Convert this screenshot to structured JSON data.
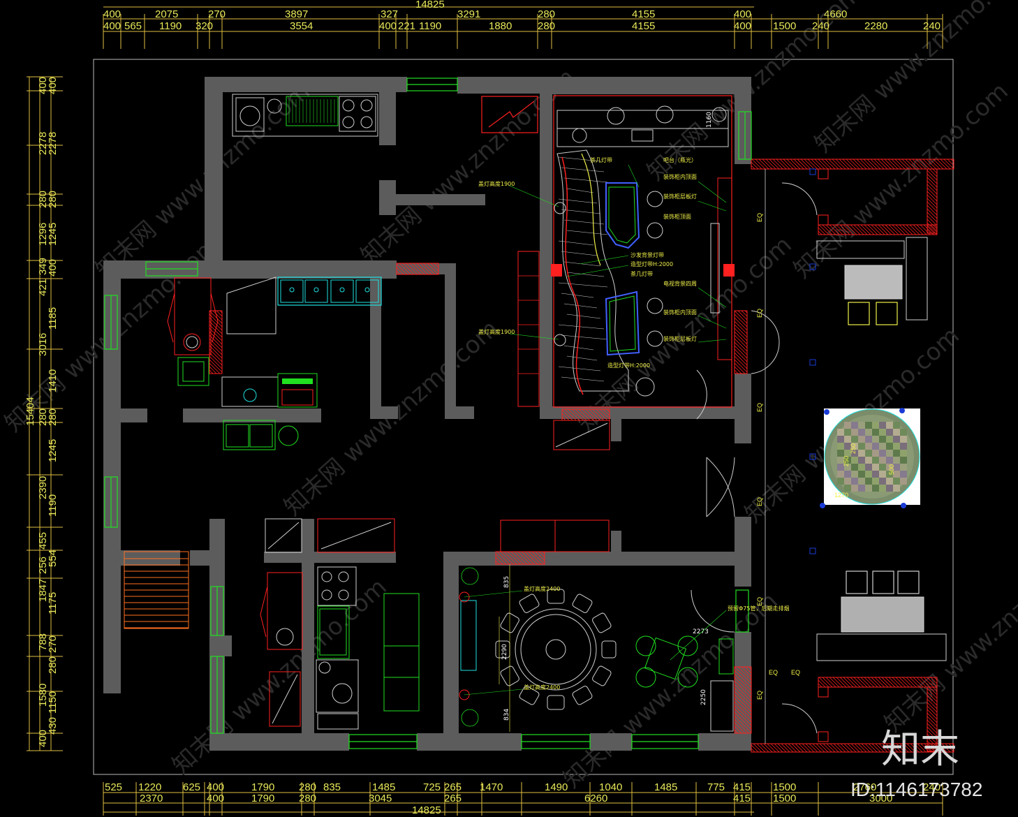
{
  "drawing": {
    "top_total": "14825",
    "bottom_total": "14825",
    "left_total": "15404",
    "top_row1": [
      "400",
      "2075",
      "270",
      "3897",
      "327",
      "3291",
      "280",
      "4155",
      "400",
      "4660"
    ],
    "top_row2": [
      "400",
      "565",
      "1190",
      "320",
      "3554",
      "400",
      "221",
      "1190",
      "1880",
      "280",
      "4155",
      "400",
      "1500",
      "240",
      "2280",
      "240"
    ],
    "bottom_row1": [
      "525",
      "1220",
      "625",
      "400",
      "1790",
      "280",
      "835",
      "1485",
      "725",
      "265",
      "1470",
      "1490",
      "1040",
      "1485",
      "775",
      "415",
      "1500",
      "2760",
      "240"
    ],
    "bottom_row2": [
      "2370",
      "400",
      "1790",
      "280",
      "3045",
      "265",
      "6260",
      "415",
      "1500",
      "3000"
    ],
    "left_col1": [
      "400",
      "2278",
      "280",
      "1296",
      "349",
      "421",
      "3016",
      "280",
      "2390",
      "455",
      "256",
      "1847",
      "788",
      "1580",
      "400"
    ],
    "left_col2": [
      "400",
      "2278",
      "280",
      "1245",
      "400",
      "1185",
      "1410",
      "280",
      "1245",
      "1190",
      "554",
      "1175",
      "270",
      "280",
      "1150",
      "430"
    ],
    "annotations": {
      "tea_table_light": "茶几灯带",
      "bar_counter": "吧台（瓶光）",
      "pendant_height_1": "盖灯高度1900",
      "pendant_height_2": "盖灯高度1900",
      "cabinet_top_1": "装饰柜内顶面",
      "cabinet_shelf_1": "装饰柜层板灯",
      "cabinet_top_2": "装饰柜顶面",
      "sofa_backlight": "沙发背景灯带",
      "ceiling_light_h": "造型灯带H:2000",
      "tea_table_light_2": "茶几灯带",
      "tv_background": "电视背景四周",
      "cabinet_top_3": "装饰柜内顶面",
      "cabinet_shelf_2": "装饰柜层板灯",
      "ceiling_light_h2": "造型灯带H:2000",
      "dining_lamp_1": "盖灯高度2400",
      "dining_lamp_2": "盖灯高度2400",
      "pipe_note": "预留Φ75管，后期走排烟",
      "dim_1160": "1160",
      "dim_2273": "2273",
      "dim_2290": "2290",
      "dim_2250": "2250",
      "dim_835": "835",
      "dim_834": "834",
      "eq_labels": [
        "EQ",
        "EQ",
        "EQ",
        "EQ",
        "EQ",
        "EQ",
        "EQ",
        "EQ"
      ],
      "rug_dims": [
        "250",
        "250",
        "500",
        "1270"
      ]
    },
    "watermark": "知末网 www.znzmo.com",
    "brand_mark": "知末",
    "id_label": "ID:1146173782",
    "colors": {
      "wall": "#5a5a5a",
      "dim_line": "#e0c040",
      "red": "#ff2020",
      "green": "#20e020",
      "cyan": "#20e0e0",
      "yellow": "#f0f04a",
      "white": "#ffffff",
      "orange": "#ff7020"
    }
  }
}
